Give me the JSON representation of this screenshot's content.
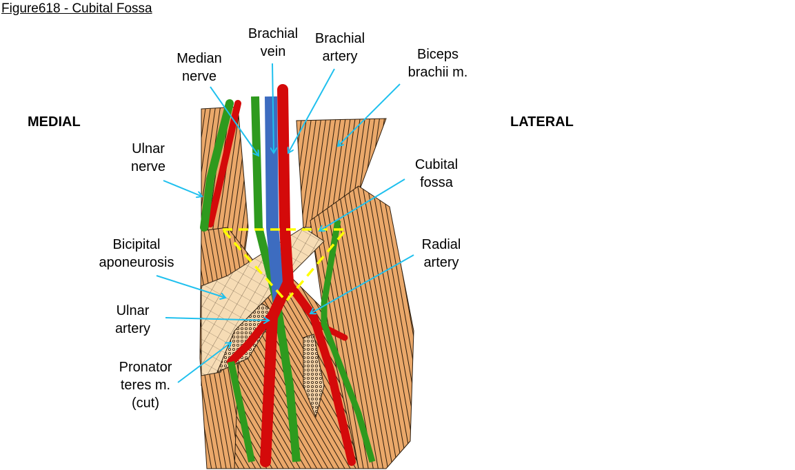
{
  "title": "Figure618 - Cubital Fossa",
  "orientation": {
    "left": "MEDIAL",
    "right": "LATERAL"
  },
  "colors": {
    "muscle": "#eaa86a",
    "aponeurosis": "#f6dcb5",
    "nerve": "#2e9a1e",
    "artery": "#d40a0a",
    "vein": "#3d6cc0",
    "leader": "#1fc0ee",
    "fossa_outline": "#ffff00"
  },
  "labels": [
    {
      "id": "brachial-vein",
      "text": "Brachial\nvein",
      "structure": "vein"
    },
    {
      "id": "brachial-artery",
      "text": "Brachial\nartery",
      "structure": "artery"
    },
    {
      "id": "median-nerve",
      "text": "Median\nnerve",
      "structure": "nerve"
    },
    {
      "id": "biceps-brachii",
      "text": "Biceps\nbrachii m.",
      "structure": "muscle"
    },
    {
      "id": "ulnar-nerve",
      "text": "Ulnar\nnerve",
      "structure": "nerve"
    },
    {
      "id": "cubital-fossa",
      "text": "Cubital\nfossa",
      "structure": "region"
    },
    {
      "id": "bicipital-aponeurosis",
      "text": "Bicipital\naponeurosis",
      "structure": "aponeurosis"
    },
    {
      "id": "radial-artery",
      "text": "Radial\nartery",
      "structure": "artery"
    },
    {
      "id": "ulnar-artery",
      "text": "Ulnar\nartery",
      "structure": "artery"
    },
    {
      "id": "pronator-teres",
      "text": "Pronator\nteres m.\n(cut)",
      "structure": "muscle"
    }
  ]
}
